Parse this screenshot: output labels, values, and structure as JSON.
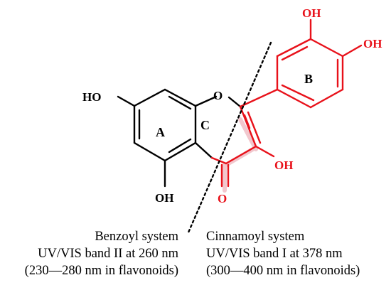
{
  "colors": {
    "black": "#000000",
    "highlight": "#e8111a",
    "highlight_shade": "#e89aa6"
  },
  "atoms": {
    "ho_top_left": "HO",
    "ring_oxygen": "O",
    "oh_bottom": "OH",
    "carbonyl_o": "O",
    "oh_c3": "OH",
    "oh_b_top": "OH",
    "oh_b_right": "OH"
  },
  "rings": {
    "a": "A",
    "b": "B",
    "c": "C"
  },
  "captions": {
    "benzoyl": {
      "line1": "Benzoyl system",
      "line2": "UV/VIS band II at 260 nm",
      "line3": "(230—280 nm in flavonoids)"
    },
    "cinnamoyl": {
      "line1": "Cinnamoyl system",
      "line2": "UV/VIS band I at 378 nm",
      "line3": "(300—400 nm in flavonoids)"
    }
  }
}
